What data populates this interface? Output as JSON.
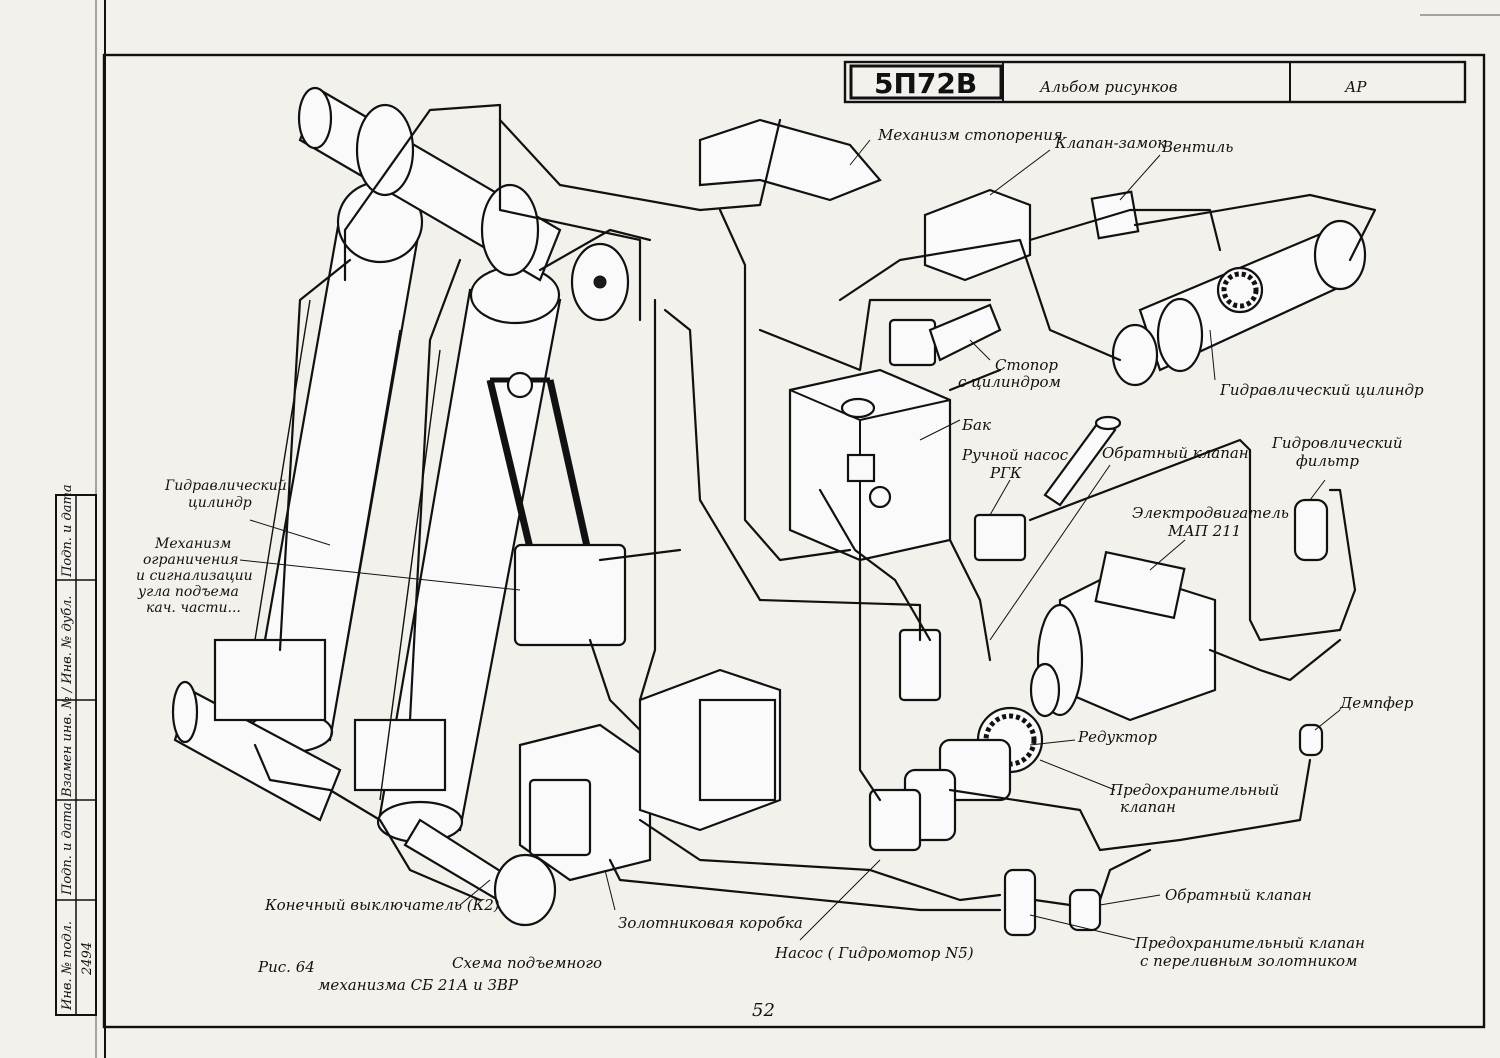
{
  "title_block": {
    "code": "5П72В",
    "album": "Альбом рисунков",
    "mark": "АР"
  },
  "side_stamp": {
    "inv_podl": "Инв. № подл.",
    "inv_podl_value": "2494",
    "podp_data": "Подп. и дата",
    "vzam_inv": "Взамен инв. № / Инв. № дубл.",
    "podp_data_2": "Подп. и дата"
  },
  "labels": {
    "mech_stop": "Механизм стопорения",
    "klapan_zamok": "Клапан-замок",
    "ventil": "Вентиль",
    "stopor_1": "Стопор",
    "stopor_2": "с цилиндром",
    "gidro_cyl_right": "Гидравлический цилиндр",
    "bak": "Бак",
    "ruchnoy_1": "Ручной насос",
    "ruchnoy_2": "РГК",
    "obratny_top": "Обратный клапан",
    "filter_1": "Гидровлический",
    "filter_2": "фильтр",
    "motor_1": "Электродвигатель",
    "motor_2": "МАП 211",
    "gidro_cyl_left_1": "Гидравлический",
    "gidro_cyl_left_2": "цилиндр",
    "mech_ogr_1": "Механизм",
    "mech_ogr_2": "ограничения",
    "mech_ogr_3": "и сигнализации",
    "mech_ogr_4": "угла подъема",
    "mech_ogr_5": "кач. части...",
    "dempfer": "Демпфер",
    "reduktor": "Редуктор",
    "pred_klapan_1": "Предохранительный",
    "pred_klapan_2": "клапан",
    "obratny_bottom": "Обратный клапан",
    "pred_pereliv_1": "Предохранительный клапан",
    "pred_pereliv_2": "с переливным золотником",
    "konechny": "Конечный выключатель (К2)",
    "zolotnik": "Золотниковая коробка",
    "nasos": "Насос ( Гидромотор N5)"
  },
  "caption": {
    "fig": "Рис. 64",
    "line1": "Схема подъемного",
    "line2": "механизма СБ 21А и ЗВР"
  },
  "page_number": "52"
}
